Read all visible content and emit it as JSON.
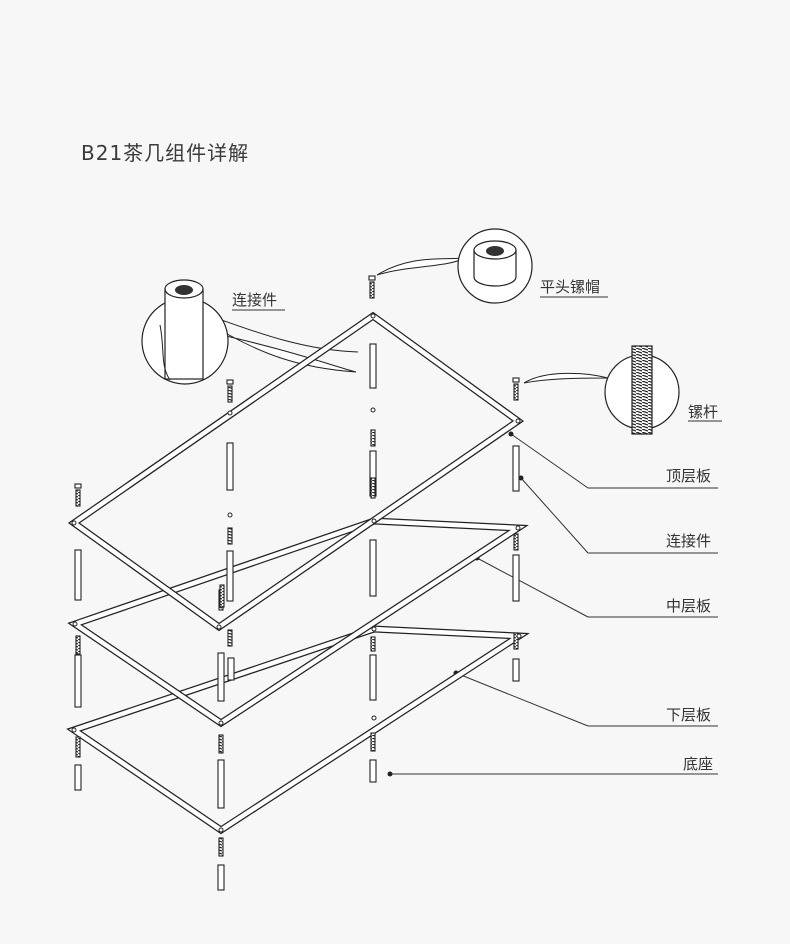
{
  "title": "B21茶几组件详解",
  "labels": {
    "connector_top": "连接件",
    "nut": "平头镙帽",
    "rod": "镙杆",
    "top_shelf": "顶层板",
    "connector": "连接件",
    "mid_shelf": "中层板",
    "bottom_shelf": "下层板",
    "base": "底座"
  },
  "colors": {
    "line": "#222222",
    "frame_fill": "#ffffff",
    "background": "#f7f7f7"
  }
}
